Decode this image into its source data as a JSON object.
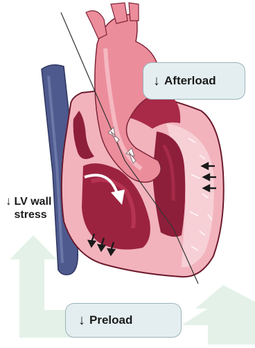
{
  "labels": {
    "afterload": "Afterload",
    "preload": "Preload",
    "lv_wall_line1": "LV wall",
    "lv_wall_line2": "stress"
  },
  "symbols": {
    "down_arrow": "↓"
  },
  "colors": {
    "heart_dark": "#8e1f3a",
    "heart_mid": "#c2395a",
    "heart_light": "#f2a7b3",
    "aorta": "#ec8d9b",
    "vein": "#4e5a8e",
    "label_bg": "#e4eef0",
    "flow_arrow": "#e4f1e8"
  }
}
